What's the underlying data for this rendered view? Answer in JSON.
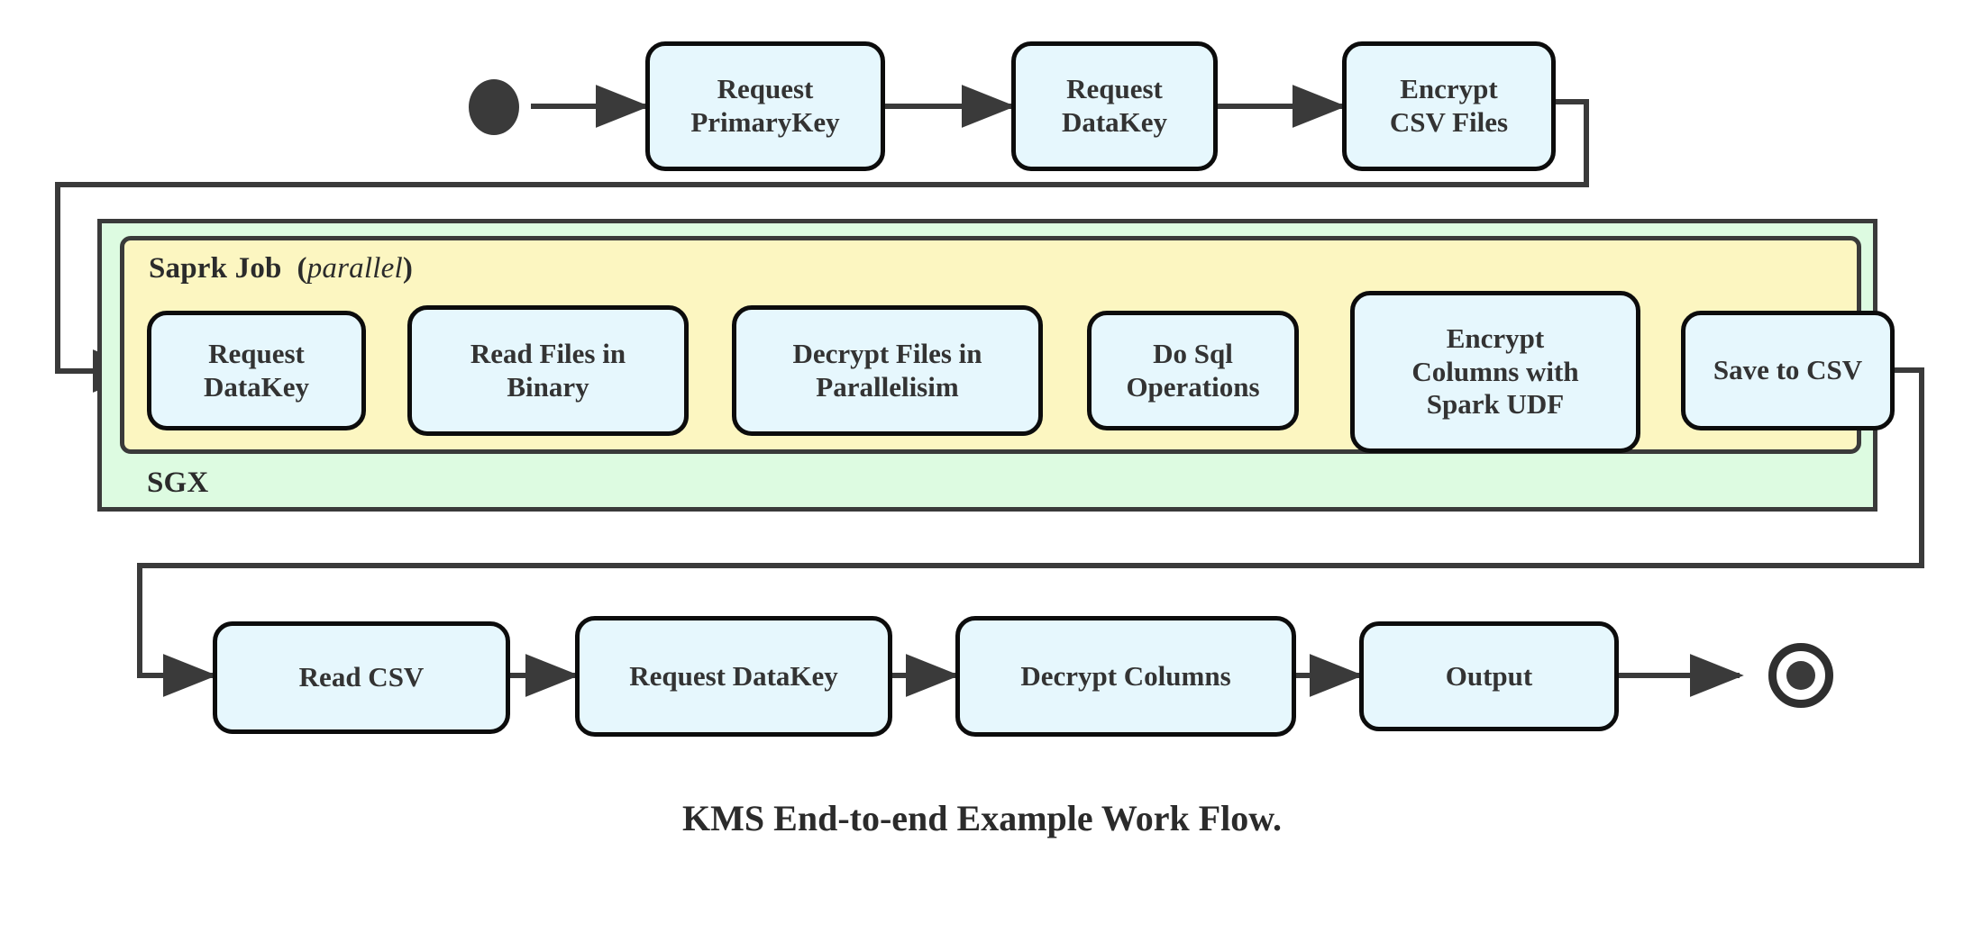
{
  "diagram": {
    "caption": "KMS End-to-end Example Work Flow.",
    "colors": {
      "node_fill": "#e6f7fd",
      "node_stroke": "#0c0c0c",
      "sgx_fill": "#ddfbe1",
      "spark_fill": "#fcf6c1",
      "edge_stroke": "#3a3a3a",
      "text": "#333333"
    },
    "containers": {
      "sgx": {
        "label": "SGX"
      },
      "spark": {
        "label": "Saprk Job",
        "qualifier_open": "(",
        "qualifier": "parallel",
        "qualifier_close": ")"
      }
    },
    "markers": {
      "start": "start-node",
      "end": "end-node"
    },
    "rows": {
      "top": [
        {
          "id": "request-primarykey",
          "lines": [
            "Request",
            "PrimaryKey"
          ]
        },
        {
          "id": "request-datakey-top",
          "lines": [
            "Request",
            "DataKey"
          ]
        },
        {
          "id": "encrypt-csv-files",
          "lines": [
            "Encrypt",
            "CSV Files"
          ]
        }
      ],
      "spark": [
        {
          "id": "request-datakey-spark",
          "lines": [
            "Request",
            "DataKey"
          ]
        },
        {
          "id": "read-files-in-binary",
          "lines": [
            "Read Files in",
            "Binary"
          ]
        },
        {
          "id": "decrypt-files-in-parallelisim",
          "lines": [
            "Decrypt Files in",
            "Parallelisim"
          ]
        },
        {
          "id": "do-sql-operations",
          "lines": [
            "Do Sql",
            "Operations"
          ]
        },
        {
          "id": "encrypt-columns-with-spark-udf",
          "lines": [
            "Encrypt",
            "Columns with",
            "Spark UDF"
          ]
        },
        {
          "id": "save-to-csv",
          "lines": [
            "Save to CSV"
          ]
        }
      ],
      "bottom": [
        {
          "id": "read-csv",
          "lines": [
            "Read CSV"
          ]
        },
        {
          "id": "request-datakey-bottom",
          "lines": [
            "Request DataKey"
          ]
        },
        {
          "id": "decrypt-columns",
          "lines": [
            "Decrypt Columns"
          ]
        },
        {
          "id": "output",
          "lines": [
            "Output"
          ]
        }
      ]
    }
  }
}
